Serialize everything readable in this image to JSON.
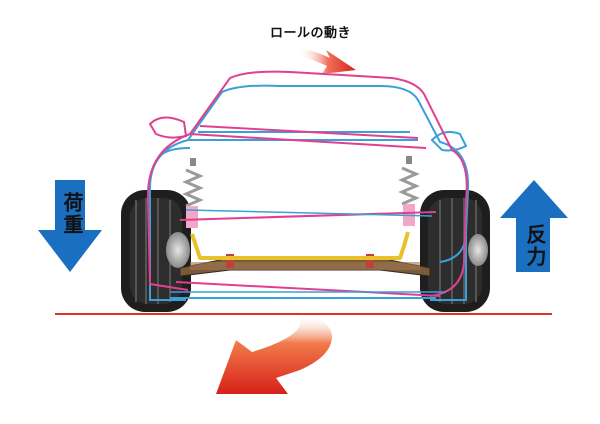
{
  "labels": {
    "roll": "ロールの動き",
    "load": "荷重",
    "reaction": "反力"
  },
  "colors": {
    "body_magenta": "#e0408f",
    "body_cyan": "#3aa0d8",
    "ground_line": "#e0302a",
    "arrow_blue": "#1a6fc0",
    "arrow_red": "#d8201a",
    "stabilizer": "#e8c22a",
    "spring_pink": "#f2a6c8",
    "tire": "#1e1e1e"
  },
  "icons": {
    "load_arrow": "arrow-down-icon",
    "reaction_arrow": "arrow-up-icon",
    "roll_arrow": "curved-arrow-right-icon",
    "centrifugal_arrow": "curved-arrow-down-left-icon"
  }
}
